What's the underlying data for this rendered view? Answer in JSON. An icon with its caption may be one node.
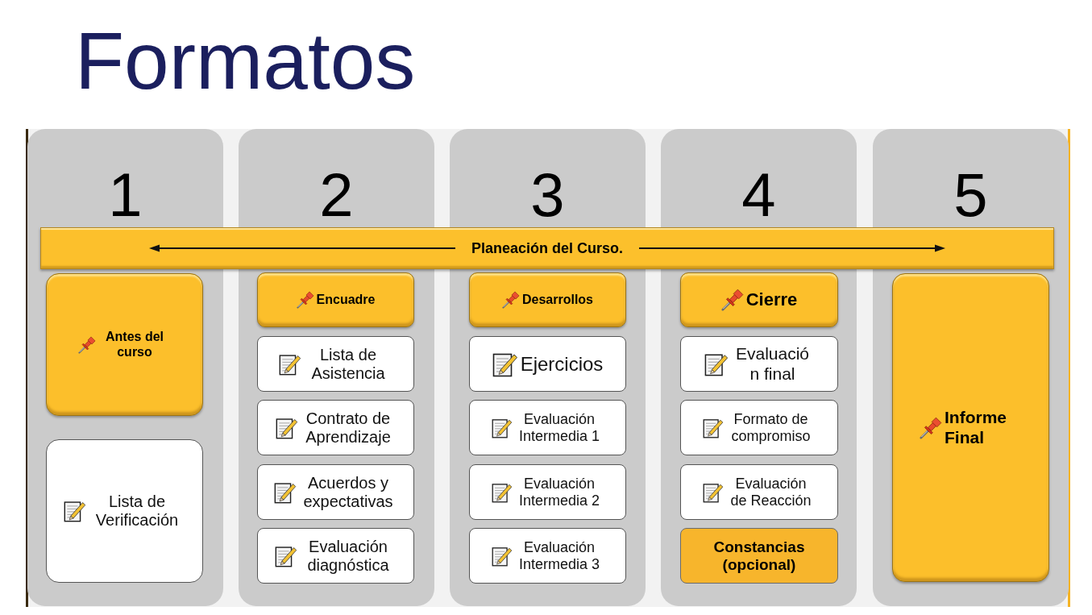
{
  "diagram": {
    "title": "Formatos",
    "nodes": [
      {
        "text": [
          "1"
        ]
      },
      {
        "text": [
          "2"
        ]
      },
      {
        "text": [
          "3"
        ]
      },
      {
        "text": [
          "4"
        ]
      },
      {
        "text": [
          "5"
        ]
      },
      {
        "text": [
          "Planeación del Curso."
        ]
      },
      {
        "text": [
          "Antes del curso"
        ],
        "in": 0
      },
      {
        "text": [
          "Lista de Verificación"
        ],
        "in": 0
      },
      {
        "text": [
          "Encuadre"
        ],
        "in": 1
      },
      {
        "text": [
          "Lista de Asistencia"
        ],
        "in": 1
      },
      {
        "text": [
          "Contrato de Aprendizaje"
        ],
        "in": 1
      },
      {
        "text": [
          "Acuerdos y expectativas"
        ],
        "in": 1
      },
      {
        "text": [
          "Evaluación diagnóstica"
        ],
        "in": 1
      },
      {
        "text": [
          "Desarrollos"
        ],
        "in": 2
      },
      {
        "text": [
          "Ejercicios"
        ],
        "in": 2
      },
      {
        "text": [
          "Evaluación Intermedia 1"
        ],
        "in": 2
      },
      {
        "text": [
          "Evaluación Intermedia 2"
        ],
        "in": 2
      },
      {
        "text": [
          "Evaluación Intermedia 3"
        ],
        "in": 2
      },
      {
        "text": [
          "Cierre"
        ],
        "in": 3
      },
      {
        "text": [
          "Evaluació n final"
        ],
        "in": 3
      },
      {
        "text": [
          "Formato de compromiso"
        ],
        "in": 3
      },
      {
        "text": [
          "Evaluación de Reacción"
        ],
        "in": 3
      },
      {
        "text": [
          "Constancias (opcional)"
        ],
        "in": 3
      },
      {
        "text": [
          "Informe Final"
        ],
        "in": 4
      }
    ]
  }
}
